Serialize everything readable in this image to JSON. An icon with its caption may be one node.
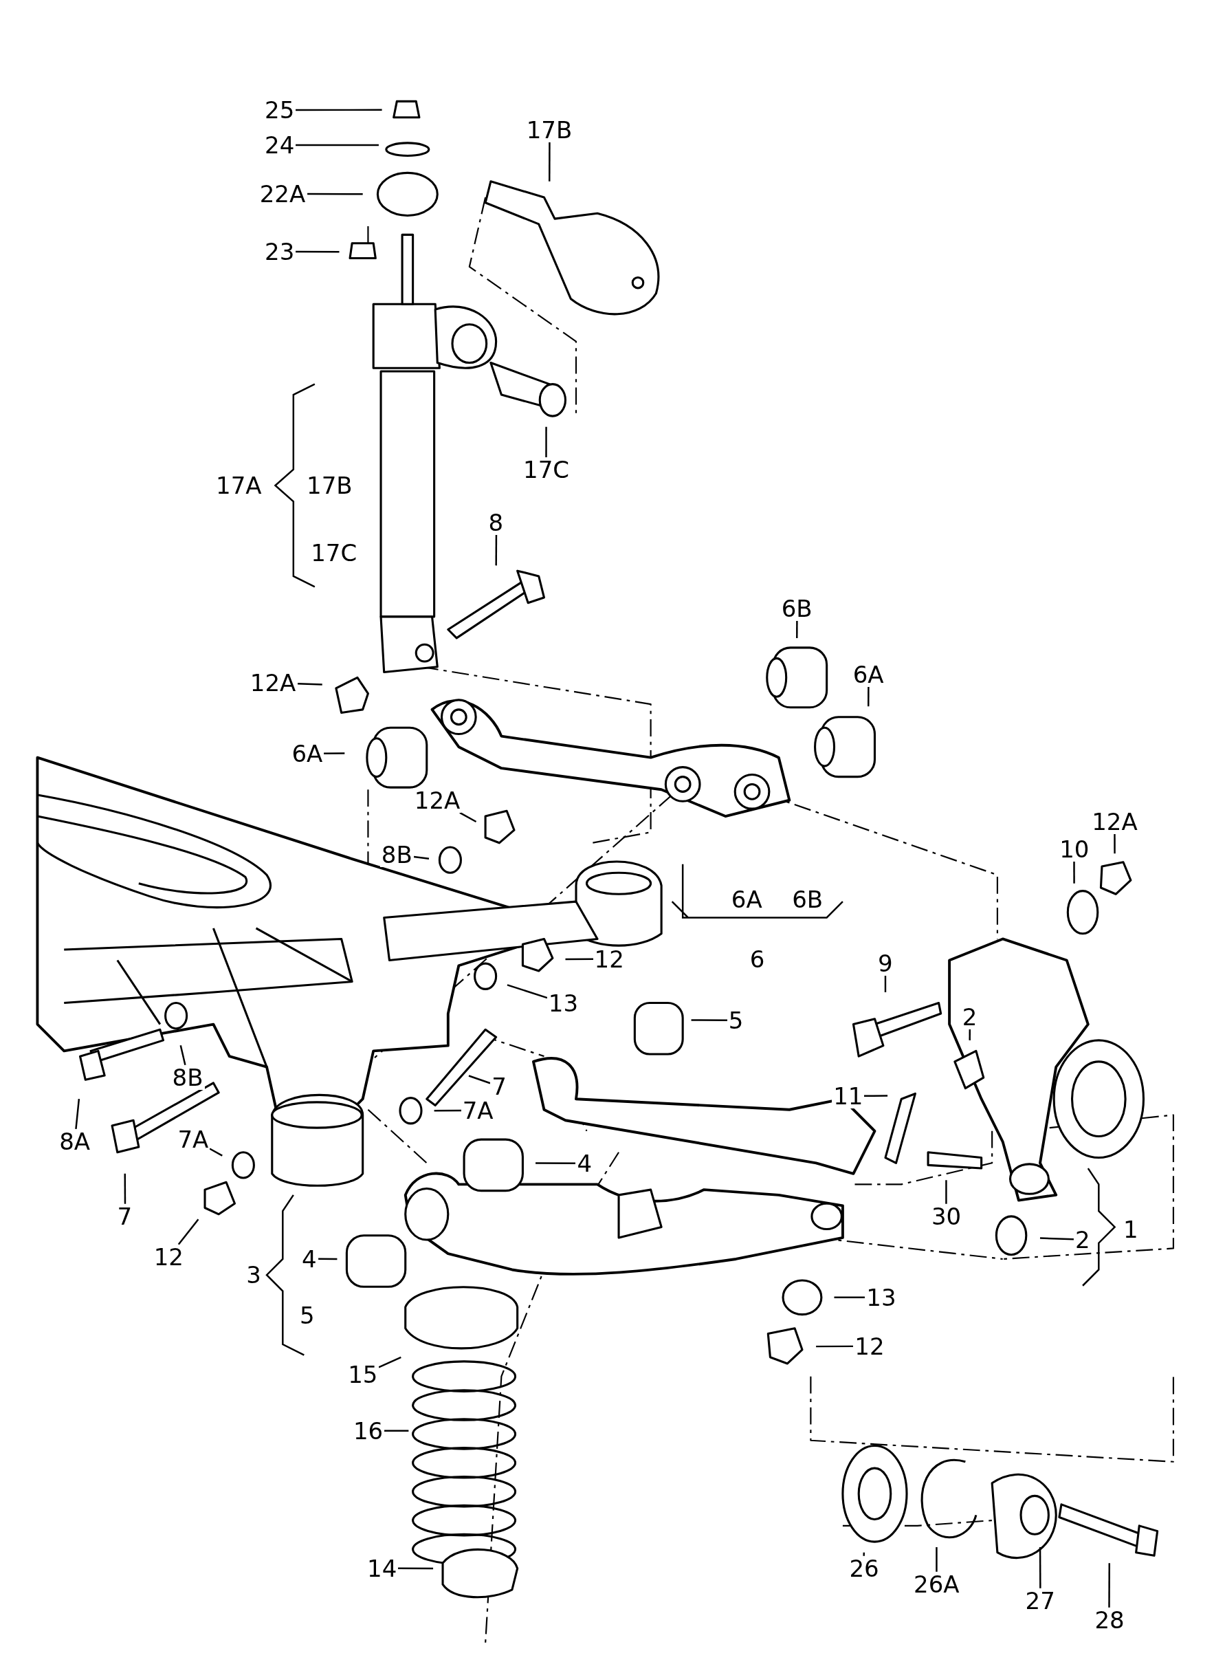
{
  "diagram": {
    "nodes": [
      {
        "text": [
          "25"
        ]
      },
      {
        "text": [
          "24"
        ]
      },
      {
        "text": [
          "22A"
        ]
      },
      {
        "text": [
          "23"
        ]
      },
      {
        "text": [
          "17B"
        ]
      },
      {
        "text": [
          "17C"
        ]
      },
      {
        "text": [
          "8"
        ]
      },
      {
        "text": [
          "12A"
        ]
      },
      {
        "text": [
          "6B"
        ]
      },
      {
        "text": [
          "6A"
        ]
      },
      {
        "text": [
          "6A"
        ]
      },
      {
        "text": [
          "12A"
        ]
      },
      {
        "text": [
          "8B"
        ]
      },
      {
        "text": [
          "12A"
        ]
      },
      {
        "text": [
          "10"
        ]
      },
      {
        "text": [
          "12"
        ]
      },
      {
        "text": [
          "13"
        ]
      },
      {
        "text": [
          "9"
        ]
      },
      {
        "text": [
          "2"
        ]
      },
      {
        "text": [
          "5"
        ]
      },
      {
        "text": [
          "7"
        ]
      },
      {
        "text": [
          "8B"
        ]
      },
      {
        "text": [
          "8A"
        ]
      },
      {
        "text": [
          "11"
        ]
      },
      {
        "text": [
          "7A"
        ]
      },
      {
        "text": [
          "7A"
        ]
      },
      {
        "text": [
          "4"
        ]
      },
      {
        "text": [
          "7"
        ]
      },
      {
        "text": [
          "30"
        ]
      },
      {
        "text": [
          "12"
        ]
      },
      {
        "text": [
          "4"
        ]
      },
      {
        "text": [
          "2"
        ]
      },
      {
        "text": [
          "13"
        ]
      },
      {
        "text": [
          "12"
        ]
      },
      {
        "text": [
          "15"
        ]
      },
      {
        "text": [
          "16"
        ]
      },
      {
        "text": [
          "14"
        ]
      },
      {
        "text": [
          "26"
        ]
      },
      {
        "text": [
          "26A"
        ]
      },
      {
        "text": [
          "27"
        ]
      },
      {
        "text": [
          "28"
        ]
      },
      {
        "text": [
          "17A"
        ]
      },
      {
        "text": [
          "17B"
        ]
      },
      {
        "text": [
          "17C"
        ]
      },
      {
        "text": [
          "6A"
        ]
      },
      {
        "text": [
          "6B"
        ]
      },
      {
        "text": [
          "6"
        ]
      },
      {
        "text": [
          "1"
        ]
      },
      {
        "text": [
          "3"
        ]
      },
      {
        "text": [
          "5"
        ]
      }
    ],
    "edges": [
      {
        "from": 0,
        "to": null,
        "arrow": "none"
      },
      {
        "from": 1,
        "to": null,
        "arrow": "none"
      },
      {
        "from": 2,
        "to": null,
        "arrow": "none"
      },
      {
        "from": 3,
        "to": null,
        "arrow": "none"
      },
      {
        "from": 4,
        "to": null,
        "arrow": "none"
      },
      {
        "from": 5,
        "to": null,
        "arrow": "none"
      },
      {
        "from": 6,
        "to": null,
        "arrow": "none"
      },
      {
        "from": 7,
        "to": null,
        "arrow": "none"
      },
      {
        "from": 8,
        "to": null,
        "arrow": "none"
      },
      {
        "from": 9,
        "to": null,
        "arrow": "none"
      },
      {
        "from": 10,
        "to": null,
        "arrow": "none"
      },
      {
        "from": 11,
        "to": null,
        "arrow": "none"
      },
      {
        "from": 12,
        "to": null,
        "arrow": "none"
      },
      {
        "from": 13,
        "to": null,
        "arrow": "none"
      },
      {
        "from": 14,
        "to": null,
        "arrow": "none"
      },
      {
        "from": 15,
        "to": null,
        "arrow": "none"
      },
      {
        "from": 16,
        "to": null,
        "arrow": "none"
      },
      {
        "from": 17,
        "to": null,
        "arrow": "none"
      },
      {
        "from": 18,
        "to": null,
        "arrow": "none"
      },
      {
        "from": 19,
        "to": null,
        "arrow": "none"
      },
      {
        "from": 20,
        "to": null,
        "arrow": "none"
      },
      {
        "from": 21,
        "to": null,
        "arrow": "none"
      },
      {
        "from": 22,
        "to": null,
        "arrow": "none"
      },
      {
        "from": 23,
        "to": null,
        "arrow": "none"
      },
      {
        "from": 24,
        "to": null,
        "arrow": "none"
      },
      {
        "from": 25,
        "to": null,
        "arrow": "none"
      },
      {
        "from": 26,
        "to": null,
        "arrow": "none"
      },
      {
        "from": 27,
        "to": null,
        "arrow": "none"
      },
      {
        "from": 28,
        "to": null,
        "arrow": "none"
      },
      {
        "from": 29,
        "to": null,
        "arrow": "none"
      },
      {
        "from": 30,
        "to": null,
        "arrow": "none"
      },
      {
        "from": 31,
        "to": null,
        "arrow": "none"
      },
      {
        "from": 32,
        "to": null,
        "arrow": "none"
      },
      {
        "from": 33,
        "to": null,
        "arrow": "none"
      },
      {
        "from": 34,
        "to": null,
        "arrow": "none"
      },
      {
        "from": 35,
        "to": null,
        "arrow": "none"
      },
      {
        "from": 36,
        "to": null,
        "arrow": "none"
      },
      {
        "from": 37,
        "to": null,
        "arrow": "none"
      },
      {
        "from": 38,
        "to": null,
        "arrow": "none"
      },
      {
        "from": 39,
        "to": null,
        "arrow": "none"
      },
      {
        "from": 40,
        "to": null,
        "arrow": "none"
      }
    ]
  }
}
